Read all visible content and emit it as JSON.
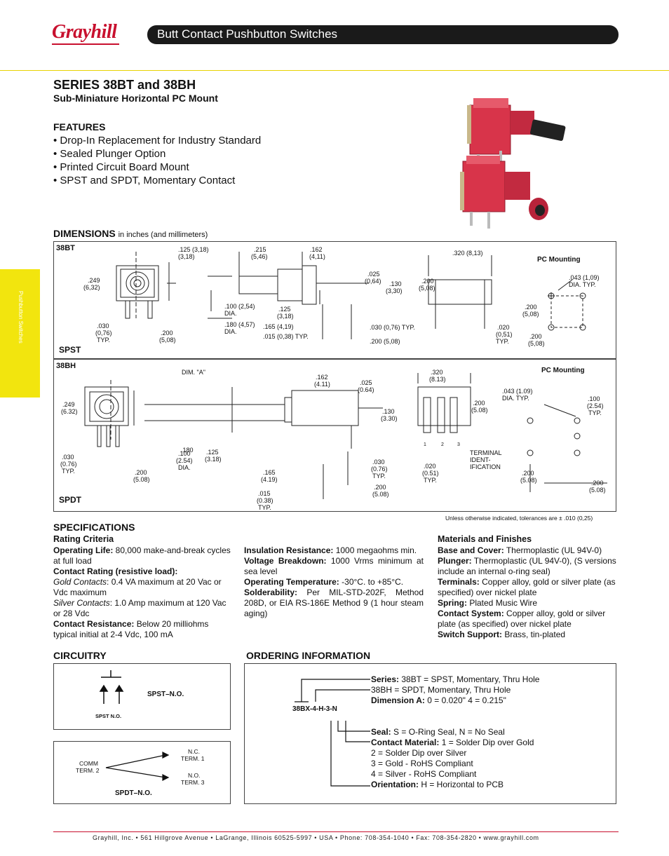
{
  "header": {
    "logo": "Grayhill",
    "title": "Butt Contact Pushbutton Switches",
    "side_tab": "Pushbutton Switches"
  },
  "series": {
    "title": "SERIES 38BT and 38BH",
    "subtitle": "Sub-Miniature Horizontal PC Mount"
  },
  "features": {
    "heading": "FEATURES",
    "items": [
      "• Drop-In Replacement for Industry Standard",
      "• Sealed Plunger Option",
      "• Printed Circuit Board Mount",
      "• SPST and SPDT, Momentary Contact"
    ]
  },
  "dimensions": {
    "heading": "DIMENSIONS",
    "units": "in inches (and millimeters)",
    "tolerance": "Unless otherwise indicated, tolerances are  ± .010 (0,25)",
    "bt": {
      "label": "38BT",
      "type": "SPST",
      "pc": "PC Mounting",
      "labels": [
        ".125\n(3,18)",
        ".249\n(6,32)",
        ".030\n(0,76)\nTYP.",
        ".200\n(5,08)",
        ".215\n(5,46)",
        ".162\n(4,11)",
        ".025\n(0,64)",
        ".130\n(3,30)",
        ".100 (2,54)\nDIA.",
        ".125\n(3,18)",
        ".180 (4,57)\nDIA.",
        ".165 (4,19)",
        ".015 (0,38) TYP.",
        ".030 (0,76) TYP.",
        ".200 (5,08)",
        ".320 (8,13)",
        ".200\n(5,08)",
        ".020\n(0,51)\nTYP.",
        ".043 (1,09)\nDIA. TYP.",
        ".200\n(5,08)",
        ".200\n(5,08)"
      ]
    },
    "bh": {
      "label": "38BH",
      "type": "SPDT",
      "pc": "PC Mounting",
      "labels": [
        ".249\n(6.32)",
        ".030\n(0.76)\nTYP.",
        ".200\n(5.08)",
        "DIM. \"A\"",
        ".162\n(4.11)",
        ".025\n(0.64)",
        ".130\n(3.30)",
        ".100\n(2.54)\nDIA.",
        ".180\n(4.57)\nDIA.",
        ".125\n(3.18)",
        ".165\n(4.19)",
        ".015\n(0.38)\nTYP.",
        ".030\n(0.76)\nTYP.",
        ".200\n(5.08)",
        ".320\n(8.13)",
        ".200\n(5.08)",
        ".020\n(0.51)\nTYP.",
        "TERMINAL\nIDENT-\nIFICATION",
        ".043 (1.09)\nDIA. TYP.",
        ".100\n(2.54)\nTYP.",
        ".200\n(5.08)",
        ".200\n(5.08)"
      ],
      "terminals": [
        "1",
        "2",
        "3"
      ]
    }
  },
  "specifications": {
    "heading": "SPECIFICATIONS",
    "rating_heading": "Rating Criteria",
    "col1": [
      {
        "b": "Operating Life:",
        "t": " 80,000 make-and-break cycles at full load"
      },
      {
        "b": "Contact Rating (resistive load):",
        "t": ""
      },
      {
        "i": "Gold Contacts",
        "t": ": 0.4 VA maximum at  20 Vac or Vdc maximum"
      },
      {
        "i": "Silver Contacts",
        "t": ": 1.0 Amp maximum at 120 Vac or 28 Vdc"
      },
      {
        "b": "Contact Resistance:",
        "t": " Below 20 milliohms typical initial at 2-4 Vdc, 100 mA"
      }
    ],
    "col2": [
      {
        "b": "Insulation Resistance:",
        "t": " 1000 megaohms min."
      },
      {
        "b": "Voltage Breakdown:",
        "t": " 1000 Vrms minimum at sea level"
      },
      {
        "b": "Operating Temperature:",
        "t": " -30°C. to +85°C."
      },
      {
        "b": "Solderability:",
        "t": " Per MIL-STD-202F, Method 208D, or EIA RS-186E Method 9 (1 hour steam aging)"
      }
    ],
    "materials_heading": "Materials and Finishes",
    "col3": [
      {
        "b": "Base and Cover:",
        "t": " Thermoplastic (UL 94V-0)"
      },
      {
        "b": "Plunger:",
        "t": " Thermoplastic (UL 94V-0), (S versions include an internal o-ring seal)"
      },
      {
        "b": "Terminals:",
        "t": " Copper alloy, gold or silver plate (as specified) over nickel plate"
      },
      {
        "b": "Spring:",
        "t": " Plated Music Wire"
      },
      {
        "b": "Contact System:",
        "t": " Copper alloy, gold or silver plate (as specified) over nickel plate"
      },
      {
        "b": "Switch Support:",
        "t": " Brass, tin-plated"
      }
    ]
  },
  "circuitry": {
    "heading": "CIRCUITRY",
    "spst_label": "SPST–N.O.",
    "spst_small": "SPST N.O.",
    "spdt_label": "SPDT–N.O.",
    "comm": "COMM\nTERM. 2",
    "nc": "N.C.\nTERM. 1",
    "no": "N.O.\nTERM. 3"
  },
  "ordering": {
    "heading": "ORDERING INFORMATION",
    "part": "38BX-4-H-3-N",
    "lines": [
      {
        "b": "Series:",
        "t": " 38BT = SPST, Momentary, Thru Hole"
      },
      {
        "b": "",
        "t": "38BH = SPDT, Momentary, Thru Hole"
      },
      {
        "b": "Dimension A:",
        "t": "  0 = 0.020\"  4 = 0.215\""
      }
    ],
    "lines2": [
      {
        "b": "Seal:",
        "t": "  S = O-Ring Seal, N = No Seal"
      },
      {
        "b": "Contact Material:",
        "t": "  1 = Solder Dip over Gold"
      },
      {
        "b": "",
        "t": "2 = Solder Dip over Silver"
      },
      {
        "b": "",
        "t": "3 = Gold - RoHS Compliant"
      },
      {
        "b": "",
        "t": "4 = Silver - RoHS Compliant"
      },
      {
        "b": "Orientation:",
        "t": "  H = Horizontal to PCB"
      }
    ]
  },
  "footer": "Grayhill, Inc. • 561 Hillgrove Avenue • LaGrange, Illinois  60525-5997 • USA • Phone: 708-354-1040 • Fax: 708-354-2820 • www.grayhill.com",
  "colors": {
    "brand_red": "#c8102e",
    "tab_yellow": "#f2e50e",
    "switch_red": "#d8344a"
  }
}
